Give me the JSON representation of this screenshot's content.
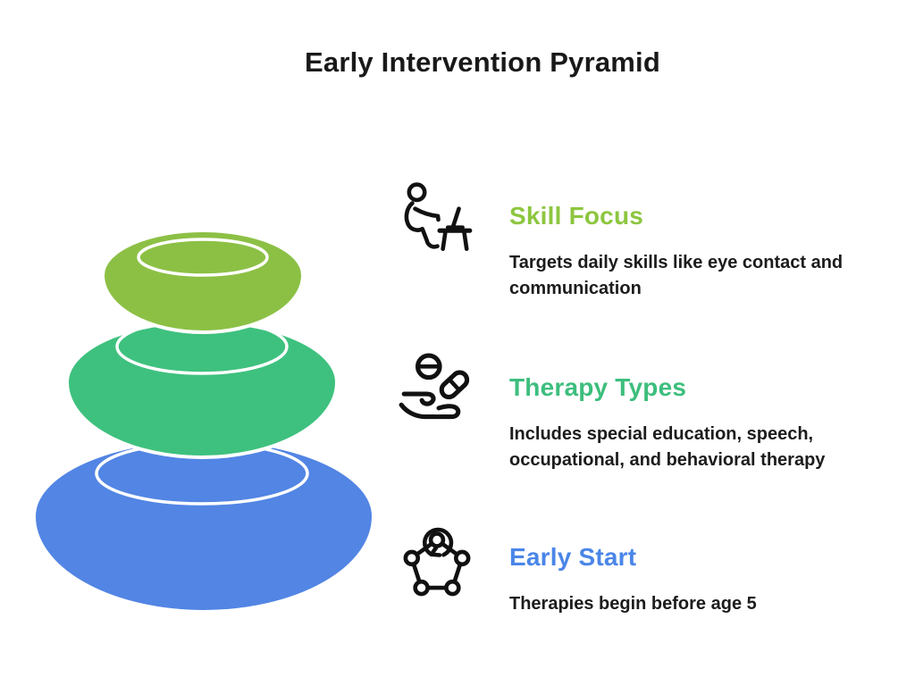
{
  "title": "Early Intervention Pyramid",
  "colors": {
    "title_text": "#191919",
    "body_text": "#1c1c1c",
    "icon_stroke": "#111111",
    "ring_stroke": "#ffffff"
  },
  "pyramid": {
    "layers": [
      {
        "name": "top-layer",
        "label_ref": "Skill Focus",
        "color": "#8CC045"
      },
      {
        "name": "middle-layer",
        "label_ref": "Therapy Types",
        "color": "#3EC17E"
      },
      {
        "name": "bottom-layer",
        "label_ref": "Early Start",
        "color": "#5285E4"
      }
    ]
  },
  "sections": [
    {
      "icon": "person-at-desk-icon",
      "heading": "Skill Focus",
      "heading_color": "#8DC63F",
      "body": "Targets daily skills like eye contact and communication"
    },
    {
      "icon": "hand-with-pills-icon",
      "heading": "Therapy Types",
      "heading_color": "#3DBE7D",
      "body": "Includes special education, speech, occupational, and behavioral therapy"
    },
    {
      "icon": "pentagon-cycle-icon",
      "heading": "Early Start",
      "heading_color": "#4A86E8",
      "body": "Therapies begin before age 5"
    }
  ]
}
